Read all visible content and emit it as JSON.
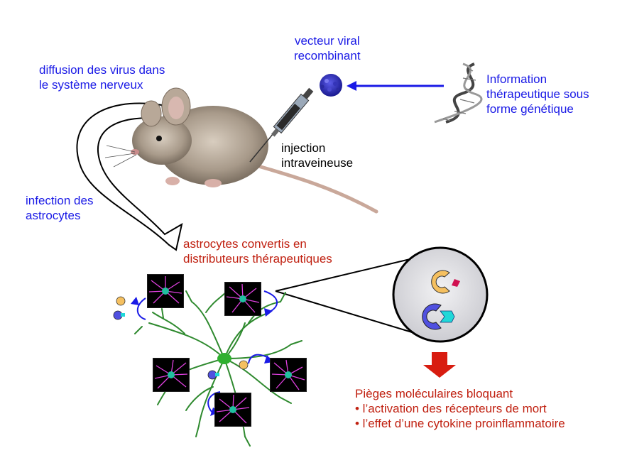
{
  "labels": {
    "viral_vector_line1": "vecteur viral",
    "viral_vector_line2": "recombinant",
    "diffusion_line1": "diffusion des virus dans",
    "diffusion_line2": "le système nerveux",
    "info_line1": "Information",
    "info_line2": "thérapeutique sous",
    "info_line3": "forme génétique",
    "injection_line1": "injection",
    "injection_line2": "intraveineuse",
    "infection_line1": "infection des",
    "infection_line2": "astrocytes",
    "converted_line1": "astrocytes convertis en",
    "converted_line2": "distributeurs thérapeutiques",
    "traps_title": "Pièges moléculaires bloquant",
    "traps_item1": "• l’activation des récepteurs de mort",
    "traps_item2": "• l’effet d’une cytokine proinflammatoire"
  },
  "colors": {
    "blue_text": "#1a1ae6",
    "red_text": "#c02010",
    "astrocyte": "#2f8a2f",
    "arrow_red": "#d81c10"
  }
}
